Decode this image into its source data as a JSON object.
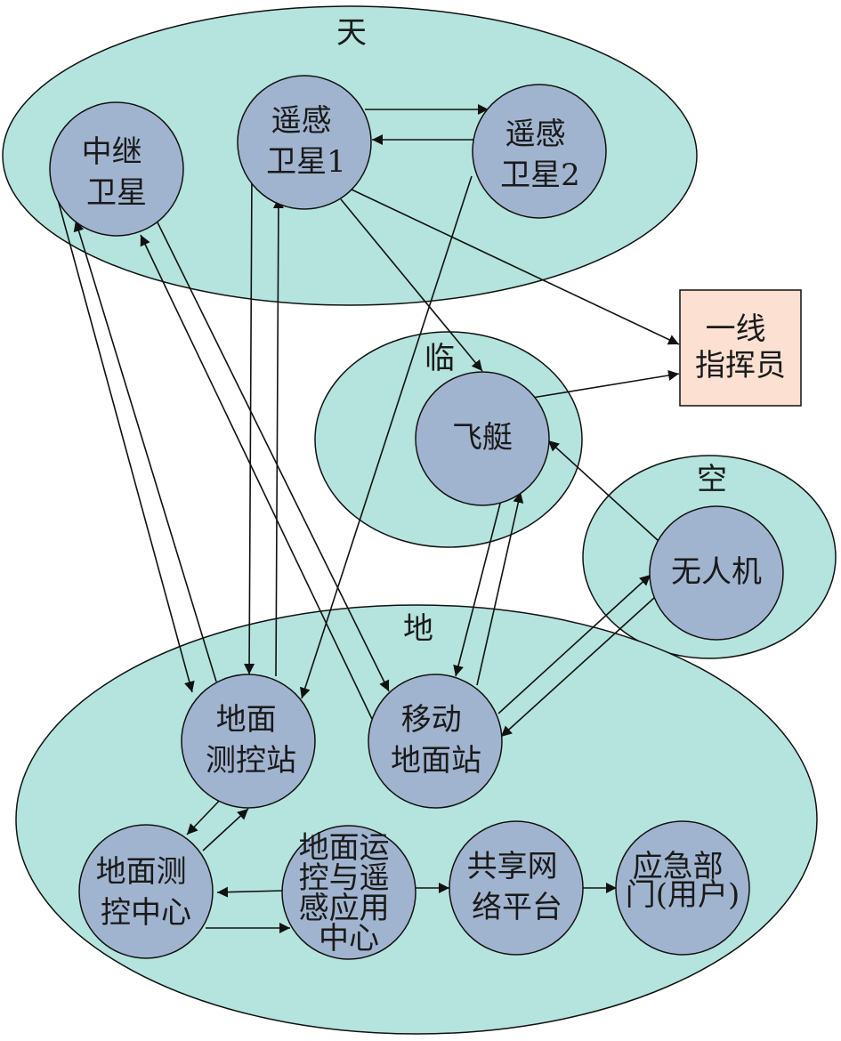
{
  "colors": {
    "region_fill": "#b4e4dd",
    "node_fill": "#a1b4cf",
    "commander_fill": "#fce0d1",
    "stroke": "#111111"
  },
  "regions": {
    "sky": "天",
    "near_space": "临",
    "air": "空",
    "ground": "地"
  },
  "nodes": {
    "relay_sat": [
      "中继",
      "卫星"
    ],
    "rs_sat1": [
      "遥感",
      "卫星1"
    ],
    "rs_sat2": [
      "遥感",
      "卫星2"
    ],
    "airship": [
      "飞艇"
    ],
    "uav": [
      "无人机"
    ],
    "ground_station": [
      "地面",
      "测控站"
    ],
    "mobile_station": [
      "移动",
      "地面站"
    ],
    "control_center": [
      "地面测",
      "控中心"
    ],
    "ops_center": [
      "地面运",
      "控与遥",
      "感应用",
      "中心"
    ],
    "network": [
      "共享网",
      "络平台"
    ],
    "emergency": [
      "应急部",
      "门(用户)"
    ],
    "commander": [
      "一线",
      "指挥员"
    ]
  }
}
